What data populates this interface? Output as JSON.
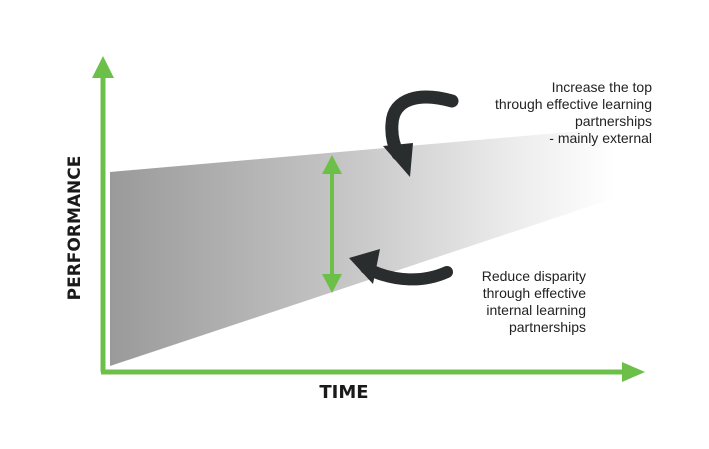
{
  "axes": {
    "y_label": "PERFORMANCE",
    "x_label": "TIME"
  },
  "annotations": {
    "top": {
      "lines": [
        "Increase the top",
        "through effective learning",
        "partnerships",
        "- mainly external"
      ]
    },
    "bottom": {
      "lines": [
        "Reduce disparity",
        "through effective",
        "internal learning",
        "partnerships"
      ]
    }
  },
  "colors": {
    "axis_green": "#6cc04a",
    "band_gray": "#9a9a9a",
    "arrow_dark": "#2a2d2d",
    "text": "#222222"
  }
}
